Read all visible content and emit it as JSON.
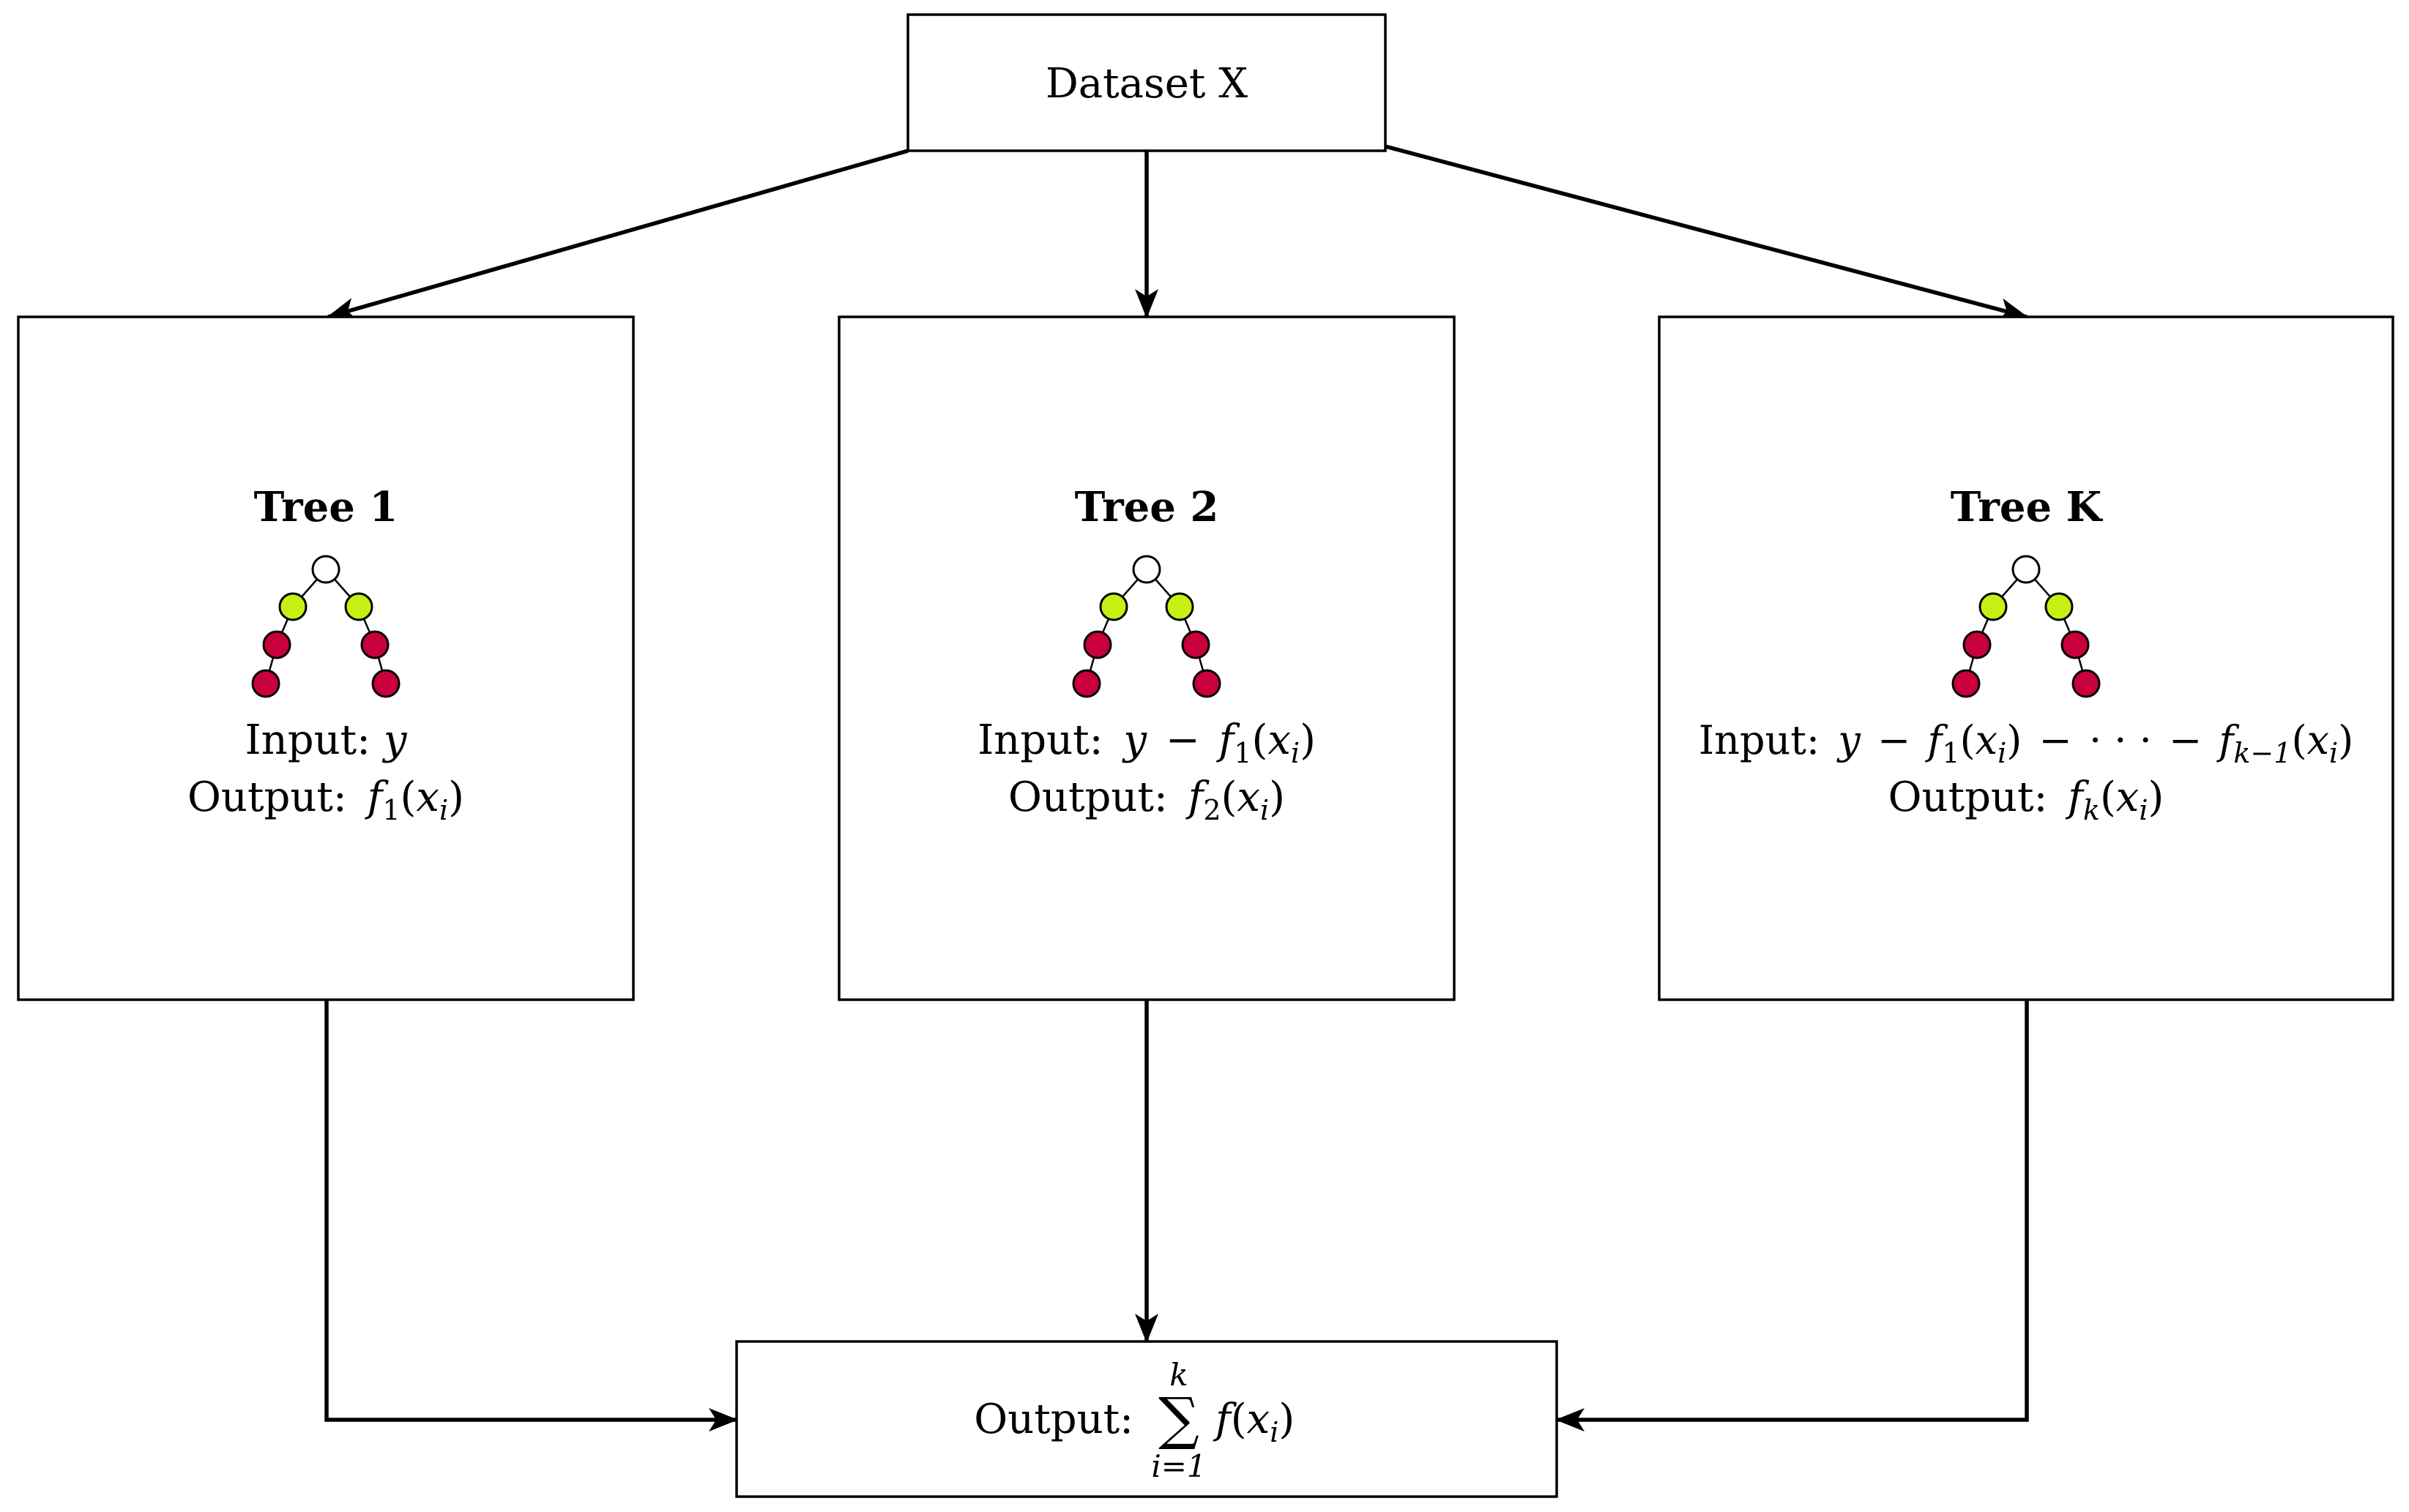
{
  "dataset": {
    "label": "Dataset X"
  },
  "trees": [
    {
      "title": "Tree 1",
      "input": {
        "prefix": "Input:",
        "expr": "y"
      },
      "output": {
        "prefix": "Output:",
        "func": "f",
        "index": "1",
        "var": "x",
        "var_sub": "i"
      }
    },
    {
      "title": "Tree 2",
      "input": {
        "prefix": "Input:",
        "expr": "y",
        "minus": "−",
        "func": "f",
        "index": "1",
        "var": "x",
        "var_sub": "i"
      },
      "output": {
        "prefix": "Output:",
        "func": "f",
        "index": "2",
        "var": "x",
        "var_sub": "i"
      }
    },
    {
      "title": "Tree K",
      "input": {
        "prefix": "Input:",
        "expr": "y",
        "minus": "−",
        "func": "f",
        "index": "1",
        "var": "x",
        "var_sub": "i",
        "dots": "· · ·",
        "last_index": "k−1"
      },
      "output": {
        "prefix": "Output:",
        "func": "f",
        "index": "k",
        "var": "x",
        "var_sub": "i"
      }
    }
  ],
  "final_output": {
    "prefix": "Output:",
    "sum_symbol": "∑",
    "upper_limit": "k",
    "lower_limit": "i=1",
    "func": "f",
    "var": "x",
    "var_sub": "i"
  },
  "colors": {
    "root_node": "#ffffff",
    "level1_node": "#c6f013",
    "level2_node": "#c8003c",
    "stroke": "#000000"
  }
}
